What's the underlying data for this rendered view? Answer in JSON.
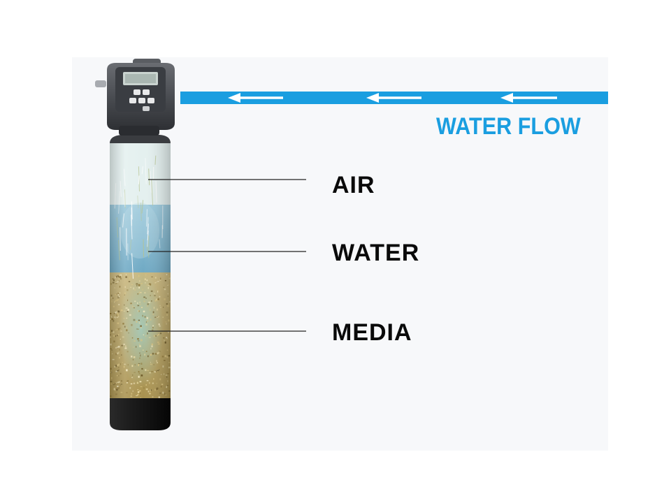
{
  "water_flow": {
    "label": "WATER FLOW",
    "color": "#1a9ee0",
    "arrow_direction": "left",
    "arrow_count": 3
  },
  "layers": [
    {
      "name": "air",
      "label": "AIR"
    },
    {
      "name": "water",
      "label": "WATER"
    },
    {
      "name": "media",
      "label": "MEDIA"
    }
  ],
  "colors": {
    "air": "#e4f0ef",
    "water": "#86bcd2",
    "media": "#bda86a",
    "tank_base": "#161616",
    "control_head": "#4a4d52",
    "leader_line": "#222222",
    "label_text": "#0a0a0a"
  },
  "icons": {
    "control_head": "control-valve-head-icon",
    "arrow": "left-arrow-icon"
  }
}
